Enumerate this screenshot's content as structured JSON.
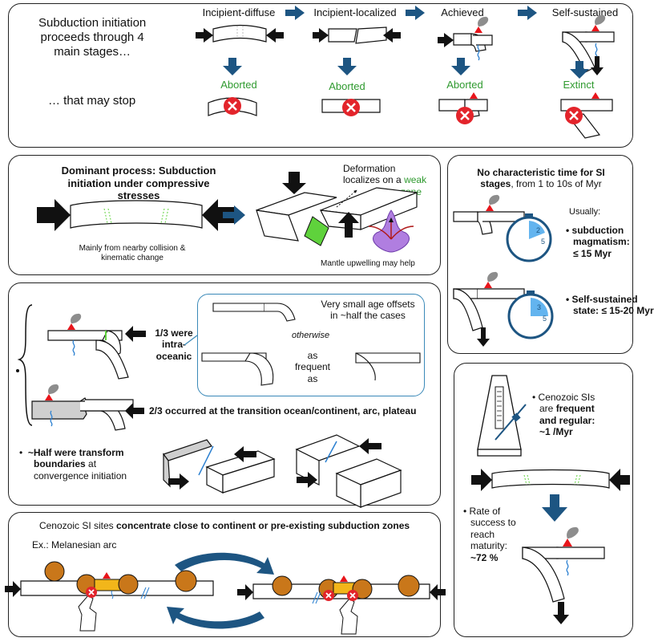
{
  "colors": {
    "arrow_blue": "#1d5582",
    "volcano_red": "#e8151b",
    "plume_gray": "#8d8d8d",
    "weak_zone_green": "#5fd23c",
    "upwelling_purple": "#b07ee0",
    "mantle_arrow_red": "#b01a1a",
    "timer_blue": "#1d5582",
    "timer_fill": "#63b4ef",
    "stop_red": "#e3242b",
    "callout_blue": "#3a89b8",
    "terrane_orange": "#c9771a",
    "terrane_yellow": "#f2b61a",
    "continent_gray": "#cfcfcf",
    "aborted_green": "#2f9a2f"
  },
  "panel1": {
    "intro": [
      "Subduction initiation",
      "proceeds through 4",
      "main stages…"
    ],
    "stop_text": "… that may stop",
    "stages": [
      {
        "name": "Incipient-diffuse",
        "outcome": "Aborted"
      },
      {
        "name": "Incipient-localized",
        "outcome": "Aborted"
      },
      {
        "name": "Achieved",
        "outcome": "Aborted"
      },
      {
        "name": "Self-sustained",
        "outcome": "Extinct"
      }
    ]
  },
  "panel2": {
    "title_lines": [
      "Dominant process: Subduction",
      "initiation under compressive",
      "stresses"
    ],
    "caption_left": [
      "Mainly from nearby collision &",
      "kinematic change"
    ],
    "deformation_lines": [
      "Deformation",
      "localizes on a"
    ],
    "weak": "weak",
    "zone": "zone",
    "mantle_caption": "Mantle upwelling may help"
  },
  "panel3": {
    "title_bold": "No characteristic time for SI",
    "title_bold2": "stages",
    "title_rest": ", from 1 to 10s of Myr",
    "usually": "Usually:",
    "item1_lines": [
      "subduction",
      "magmatism:",
      "≤ 15 Myr"
    ],
    "item2_lines": [
      "Self-sustained",
      "state: ≤ 15-20 Myr"
    ],
    "timer1_digits": [
      "2",
      "5"
    ],
    "timer2_digits": [
      "3",
      "5"
    ]
  },
  "panel4": {
    "intra_lines": [
      "1/3 were",
      "intra-",
      "oceanic"
    ],
    "callout": {
      "small_offsets": [
        "Very small age offsets",
        "in ~half the cases"
      ],
      "otherwise": "otherwise",
      "as_lines": [
        "as",
        "frequent",
        "as"
      ]
    },
    "transition_text": "2/3 occurred at the transition ocean/continent, arc, plateau",
    "transform_bold": "~Half were transform",
    "transform_bold2": "boundaries",
    "transform_rest": " at",
    "transform_line3": "convergence initiation"
  },
  "panel5": {
    "title_plain": "Cenozoic SI sites ",
    "title_bold": "concentrate close to continent or pre-existing subduction zones",
    "example": "Ex.: Melanesian arc"
  },
  "panel6": {
    "line1": "Cenozoic SIs",
    "line2_plain": "are ",
    "line2_bold": "frequent",
    "line3": "and regular:",
    "line4": "~1 /Myr",
    "success_lines": [
      "Rate of",
      "success to",
      "reach",
      "maturity:"
    ],
    "success_value": "~72 %"
  }
}
